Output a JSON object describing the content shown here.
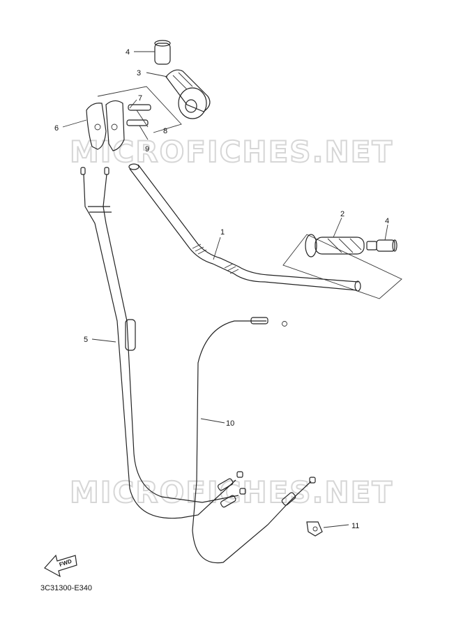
{
  "watermark": "MICROFICHES.NET",
  "diagram_code": "3C31300-E340",
  "fwd_label": "FWD",
  "callouts": {
    "c1": "1",
    "c2": "2",
    "c3": "3",
    "c4a": "4",
    "c4b": "4",
    "c5": "5",
    "c6": "6",
    "c7": "7",
    "c8": "8",
    "c9": "9",
    "c10": "10",
    "c11": "11"
  }
}
